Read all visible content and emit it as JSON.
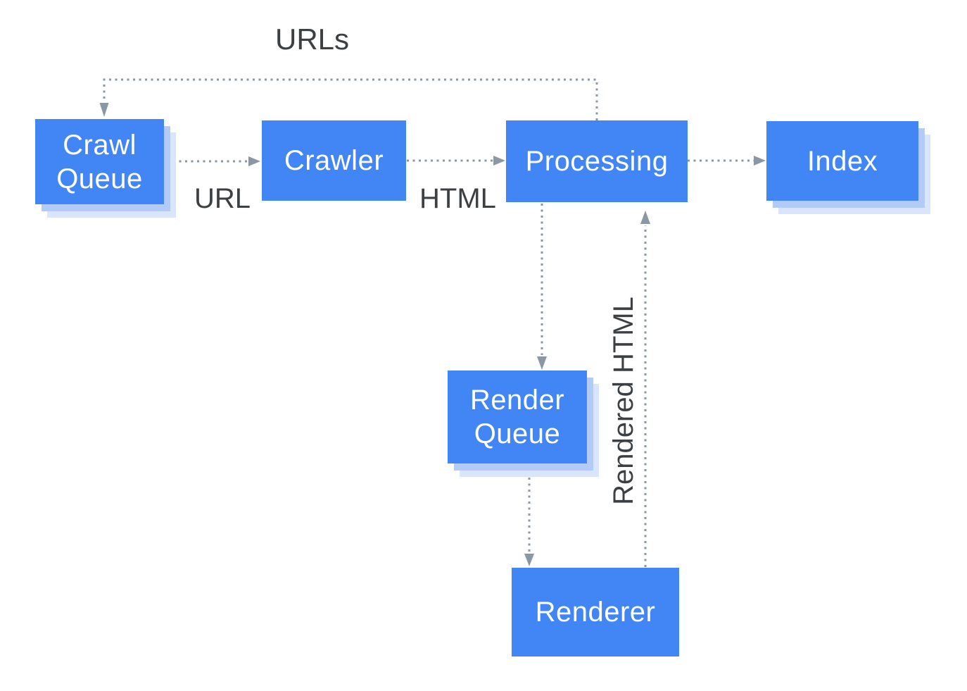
{
  "diagram": {
    "nodes": {
      "crawl_queue": {
        "label": "Crawl Queue"
      },
      "crawler": {
        "label": "Crawler"
      },
      "processing": {
        "label": "Processing"
      },
      "index": {
        "label": "Index"
      },
      "render_queue": {
        "label": "Render Queue"
      },
      "renderer": {
        "label": "Renderer"
      }
    },
    "edges": [
      {
        "from": "processing",
        "to": "crawl_queue",
        "label": "URLs"
      },
      {
        "from": "crawl_queue",
        "to": "crawler",
        "label": "URL"
      },
      {
        "from": "crawler",
        "to": "processing",
        "label": "HTML"
      },
      {
        "from": "processing",
        "to": "index",
        "label": ""
      },
      {
        "from": "processing",
        "to": "render_queue",
        "label": ""
      },
      {
        "from": "render_queue",
        "to": "renderer",
        "label": ""
      },
      {
        "from": "renderer",
        "to": "processing",
        "label": "Rendered HTML"
      }
    ],
    "colors": {
      "node_fill": "#4285F4",
      "node_text": "#FFFFFF",
      "shadow_inner": "#B3CCF7",
      "shadow_outer": "#D9E5FC",
      "connector": "#8A97A4",
      "label_text": "#3C4043",
      "background": "#FFFFFF"
    },
    "line_style": "dotted"
  }
}
